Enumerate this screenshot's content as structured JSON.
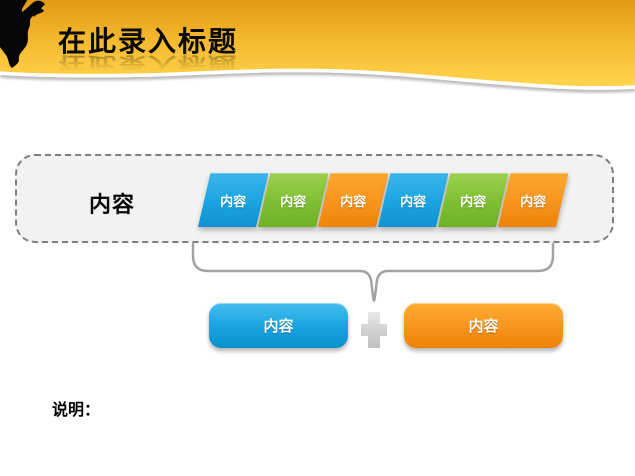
{
  "header": {
    "title": "在此录入标题",
    "gradient_top": "#E49A15",
    "gradient_bottom": "#FFD64F",
    "silhouette": "rock-climber-on-cliff",
    "wave_line_color": "#FFFFFF"
  },
  "panel": {
    "label": "内容",
    "background": "#F2F2F2",
    "border_color": "#7F7F7F",
    "segments": [
      {
        "label": "内容",
        "color": "#1BA4E0"
      },
      {
        "label": "内容",
        "color": "#7FBE32"
      },
      {
        "label": "内容",
        "color": "#F7941E"
      },
      {
        "label": "内容",
        "color": "#1BA4E0"
      },
      {
        "label": "内容",
        "color": "#7FBE32"
      },
      {
        "label": "内容",
        "color": "#F7941E"
      }
    ]
  },
  "brace": {
    "color": "#A2A2A2"
  },
  "result": {
    "left_button": {
      "label": "内容",
      "color": "#18A3DF"
    },
    "operator": "+",
    "operator_color": "#D2D2D2",
    "right_button": {
      "label": "内容",
      "color": "#F7941E"
    }
  },
  "footer": {
    "note_label": "说明："
  }
}
